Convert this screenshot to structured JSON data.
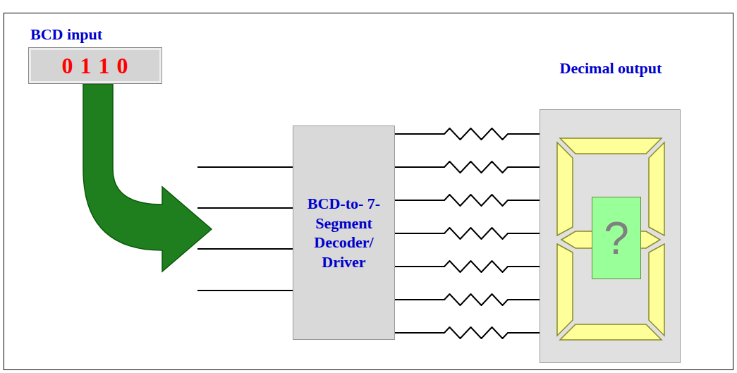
{
  "diagram": {
    "nodes": [
      {
        "text": [
          "BCD input",
          "0 1 1 0"
        ]
      },
      {
        "text": [
          "BCD-to- 7-Segment Decoder/ Driver"
        ]
      },
      {
        "text": [
          "Decimal output"
        ]
      },
      {
        "text": [
          "?"
        ],
        "in": 2
      }
    ],
    "edges": [
      {
        "from": 0,
        "to": 1,
        "arrow": "to"
      },
      {
        "from": 1,
        "to": 2,
        "arrow": "none"
      },
      {
        "from": 1,
        "to": 2,
        "arrow": "none"
      },
      {
        "from": 1,
        "to": 2,
        "arrow": "none"
      },
      {
        "from": 1,
        "to": 2,
        "arrow": "none"
      },
      {
        "from": 1,
        "to": 2,
        "arrow": "none"
      },
      {
        "from": 1,
        "to": 2,
        "arrow": "none"
      },
      {
        "from": 1,
        "to": 2,
        "arrow": "none"
      }
    ]
  }
}
